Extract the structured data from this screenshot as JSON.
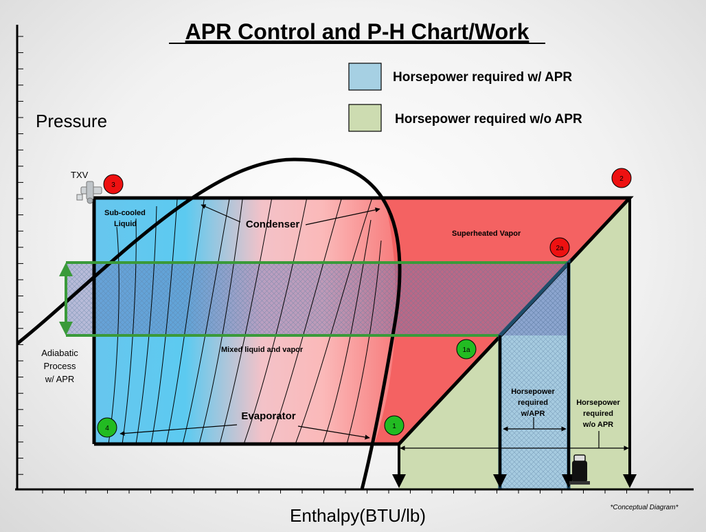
{
  "title": "APR Control and P-H Chart/Work",
  "legend": [
    {
      "label": "Horsepower required w/ APR",
      "color": "#a6d0e3"
    },
    {
      "label": "Horsepower required w/o APR",
      "color": "#cddcb1"
    }
  ],
  "axes": {
    "y_label": "Pressure",
    "x_label": "Enthalpy(BTU/lb)"
  },
  "labels": {
    "txv": "TXV",
    "subcooled_line1": "Sub-cooled",
    "subcooled_line2": "Liquid",
    "condenser": "Condenser",
    "superheated": "Superheated Vapor",
    "mixed": "Mixed liquid and vapor",
    "evaporator": "Evaporator",
    "adiabatic_line1": "Adiabatic",
    "adiabatic_line2": "Process",
    "adiabatic_line3": "w/ APR",
    "hp_with_line1": "Horsepower",
    "hp_with_line2": "required",
    "hp_with_line3": "w/APR",
    "hp_without_line1": "Horsepower",
    "hp_without_line2": "required",
    "hp_without_line3": "w/o APR",
    "note": "*Conceptual Diagram*"
  },
  "points": [
    {
      "label": "1",
      "color": "#22bb22"
    },
    {
      "label": "1a",
      "color": "#22bb22"
    },
    {
      "label": "2",
      "color": "#ee1111"
    },
    {
      "label": "2a",
      "color": "#ee1111"
    },
    {
      "label": "3",
      "color": "#ee1111"
    },
    {
      "label": "4",
      "color": "#22bb22"
    }
  ],
  "colors": {
    "subcooled_blue": "#5cc8f0",
    "superheated_red": "#f46060",
    "mixed_pink": "#f8b7b7",
    "apr_band_green": "#3a9a3a",
    "with_apr_fill": "#a6d0e3",
    "without_apr_fill": "#cddcb1",
    "apr_edge": "#1f4e6b"
  }
}
